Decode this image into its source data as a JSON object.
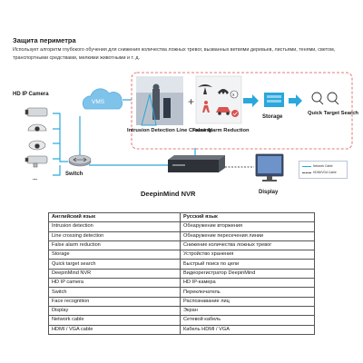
{
  "heading": {
    "title": "Защита периметра",
    "description": "Использует алгоритм глубокого обучения для снижения количества ложных тревог, вызванных ветвями деревьев, листьями, тенями, светом, транспортными средствами, мелкими животными и т. д."
  },
  "diagram": {
    "camera_label": "HD IP Camera",
    "vms_label": "VMS",
    "switch_label": "Switch",
    "cameras_more": "...",
    "intrusion_label": "Intrusion Detection Line Crossing",
    "false_alarm_label": "False Alarm Reduction",
    "storage_label": "Storage",
    "search_label": "Quick Target Search",
    "nvr_label": "DeepinMind NVR",
    "display_label": "Display",
    "legend": {
      "network": "Network Cable",
      "hdmi": "HDMI/VGA Cable"
    }
  },
  "table": {
    "headers": [
      "Английский язык",
      "Русский язык"
    ],
    "rows": [
      [
        "Intrusion detection",
        "Обнаружение вторжения"
      ],
      [
        "Line crossing detection",
        "Обнаружение пересечения линии"
      ],
      [
        "False alarm reduction",
        "Снижение количества ложных тревог"
      ],
      [
        "Storage",
        "Устройство хранения"
      ],
      [
        "Quick target search",
        "Быстрый поиск по цели"
      ],
      [
        "DeepinMind NVR",
        "Видеорегистратор DeepinMind"
      ],
      [
        "HD IP camera",
        "HD IP-камера"
      ],
      [
        "Switch",
        "Переключатель"
      ],
      [
        "Face recognition",
        "Распознавание лиц"
      ],
      [
        "Display",
        "Экран"
      ],
      [
        "Network cable",
        "Сетевой кабель"
      ],
      [
        "HDMI / VGA cable",
        "Кабель HDMI / VGA"
      ]
    ]
  },
  "colors": {
    "accent_blue": "#2aa7dc",
    "dashed_red": "#d9534f",
    "cloud": "#7fc3ea"
  }
}
